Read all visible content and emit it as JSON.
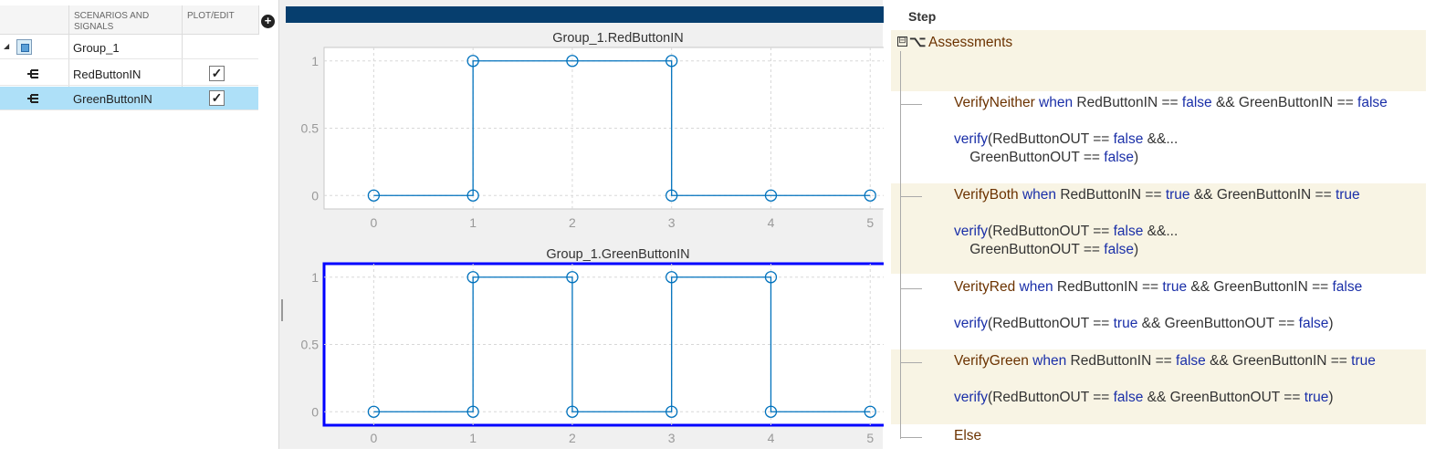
{
  "signals_table": {
    "headers": [
      "SCENARIOS AND\nSIGNALS",
      "PLOT/EDIT"
    ],
    "header_scenarios_line1": "SCENARIOS AND",
    "header_scenarios_line2": "SIGNALS",
    "header_plot": "PLOT/EDIT",
    "add_icon": "plus-circle-icon",
    "rows": [
      {
        "name": "Group_1",
        "type": "group",
        "icon": "group-icon",
        "expanded": true
      },
      {
        "name": "RedButtonIN",
        "type": "signal",
        "icon": "signal-icon",
        "plotted": true,
        "check": "✓"
      },
      {
        "name": "GreenButtonIN",
        "type": "signal",
        "icon": "signal-icon",
        "plotted": true,
        "check": "✓",
        "selected": true
      }
    ]
  },
  "colors": {
    "plot_line": "#0072bd",
    "selected_axes_border": "#0000ff",
    "top_bar": "#063e6e",
    "selected_row": "#aee0f8",
    "keyword": "#1a2fa8",
    "step_name": "#6b3200",
    "band": "#f8f4e4"
  },
  "chart_data": [
    {
      "type": "line",
      "title": "Group_1.RedButtonIN",
      "xlim": [
        -0.5,
        5.2
      ],
      "ylim": [
        -0.1,
        1.1
      ],
      "xticks": [
        0,
        1,
        2,
        3,
        4,
        5
      ],
      "yticks": [
        0,
        0.5,
        1
      ],
      "grid": true,
      "step": true,
      "series": [
        {
          "x": [
            0,
            1,
            2,
            3,
            4,
            5
          ],
          "y": [
            0,
            1,
            1,
            0,
            0,
            0
          ]
        }
      ],
      "markers": [
        [
          0,
          0
        ],
        [
          1,
          0
        ],
        [
          1,
          1
        ],
        [
          2,
          1
        ],
        [
          3,
          1
        ],
        [
          3,
          0
        ],
        [
          4,
          0
        ],
        [
          5,
          0
        ]
      ]
    },
    {
      "type": "line",
      "title": "Group_1.GreenButtonIN",
      "xlim": [
        -0.5,
        5.2
      ],
      "ylim": [
        -0.1,
        1.1
      ],
      "xticks": [
        0,
        1,
        2,
        3,
        4,
        5
      ],
      "yticks": [
        0,
        0.5,
        1
      ],
      "grid": true,
      "step": true,
      "selected": true,
      "series": [
        {
          "x": [
            0,
            1,
            2,
            3,
            4,
            5
          ],
          "y": [
            0,
            1,
            0,
            1,
            0,
            0
          ]
        }
      ],
      "markers": [
        [
          0,
          0
        ],
        [
          1,
          0
        ],
        [
          1,
          1
        ],
        [
          2,
          1
        ],
        [
          2,
          0
        ],
        [
          3,
          0
        ],
        [
          3,
          1
        ],
        [
          4,
          1
        ],
        [
          4,
          0
        ],
        [
          5,
          0
        ]
      ]
    }
  ],
  "steps": {
    "header": "Step",
    "toggle": "⊟",
    "root_icon": "⌥",
    "root_icon_name": "switch-icon",
    "root": "Assessments",
    "items": [
      {
        "name": "VerifyNeither",
        "cond": [
          {
            "t": " when",
            "k": true
          },
          {
            "t": " RedButtonIN == "
          },
          {
            "t": "false",
            "k": true
          },
          {
            "t": " && GreenButtonIN == "
          },
          {
            "t": "false",
            "k": true
          }
        ],
        "action": [
          [
            {
              "t": "verify",
              "k": true
            },
            {
              "t": "(RedButtonOUT == "
            },
            {
              "t": "false",
              "k": true
            },
            {
              "t": " &&..."
            }
          ],
          [
            {
              "t": "    GreenButtonOUT == "
            },
            {
              "t": "false",
              "k": true
            },
            {
              "t": ")"
            }
          ]
        ]
      },
      {
        "name": "VerifyBoth",
        "cond": [
          {
            "t": " when",
            "k": true
          },
          {
            "t": " RedButtonIN == "
          },
          {
            "t": "true",
            "k": true
          },
          {
            "t": " && GreenButtonIN == "
          },
          {
            "t": "true",
            "k": true
          }
        ],
        "action": [
          [
            {
              "t": "verify",
              "k": true
            },
            {
              "t": "(RedButtonOUT == "
            },
            {
              "t": "false",
              "k": true
            },
            {
              "t": " &&..."
            }
          ],
          [
            {
              "t": "    GreenButtonOUT == "
            },
            {
              "t": "false",
              "k": true
            },
            {
              "t": ")"
            }
          ]
        ]
      },
      {
        "name": "VerityRed",
        "cond": [
          {
            "t": " when",
            "k": true
          },
          {
            "t": " RedButtonIN == "
          },
          {
            "t": "true",
            "k": true
          },
          {
            "t": " && GreenButtonIN == "
          },
          {
            "t": "false",
            "k": true
          }
        ],
        "action": [
          [
            {
              "t": "verify",
              "k": true
            },
            {
              "t": "(RedButtonOUT == "
            },
            {
              "t": "true",
              "k": true
            },
            {
              "t": " && GreenButtonOUT == "
            },
            {
              "t": "false",
              "k": true
            },
            {
              "t": ")"
            }
          ]
        ]
      },
      {
        "name": "VerifyGreen",
        "cond": [
          {
            "t": " when",
            "k": true
          },
          {
            "t": " RedButtonIN == "
          },
          {
            "t": "false",
            "k": true
          },
          {
            "t": " && GreenButtonIN == "
          },
          {
            "t": "true",
            "k": true
          }
        ],
        "action": [
          [
            {
              "t": "verify",
              "k": true
            },
            {
              "t": "(RedButtonOUT == "
            },
            {
              "t": "false",
              "k": true
            },
            {
              "t": " && GreenButtonOUT == "
            },
            {
              "t": "true",
              "k": true
            },
            {
              "t": ")"
            }
          ]
        ]
      },
      {
        "name": "Else",
        "cond": [],
        "action": []
      }
    ]
  }
}
